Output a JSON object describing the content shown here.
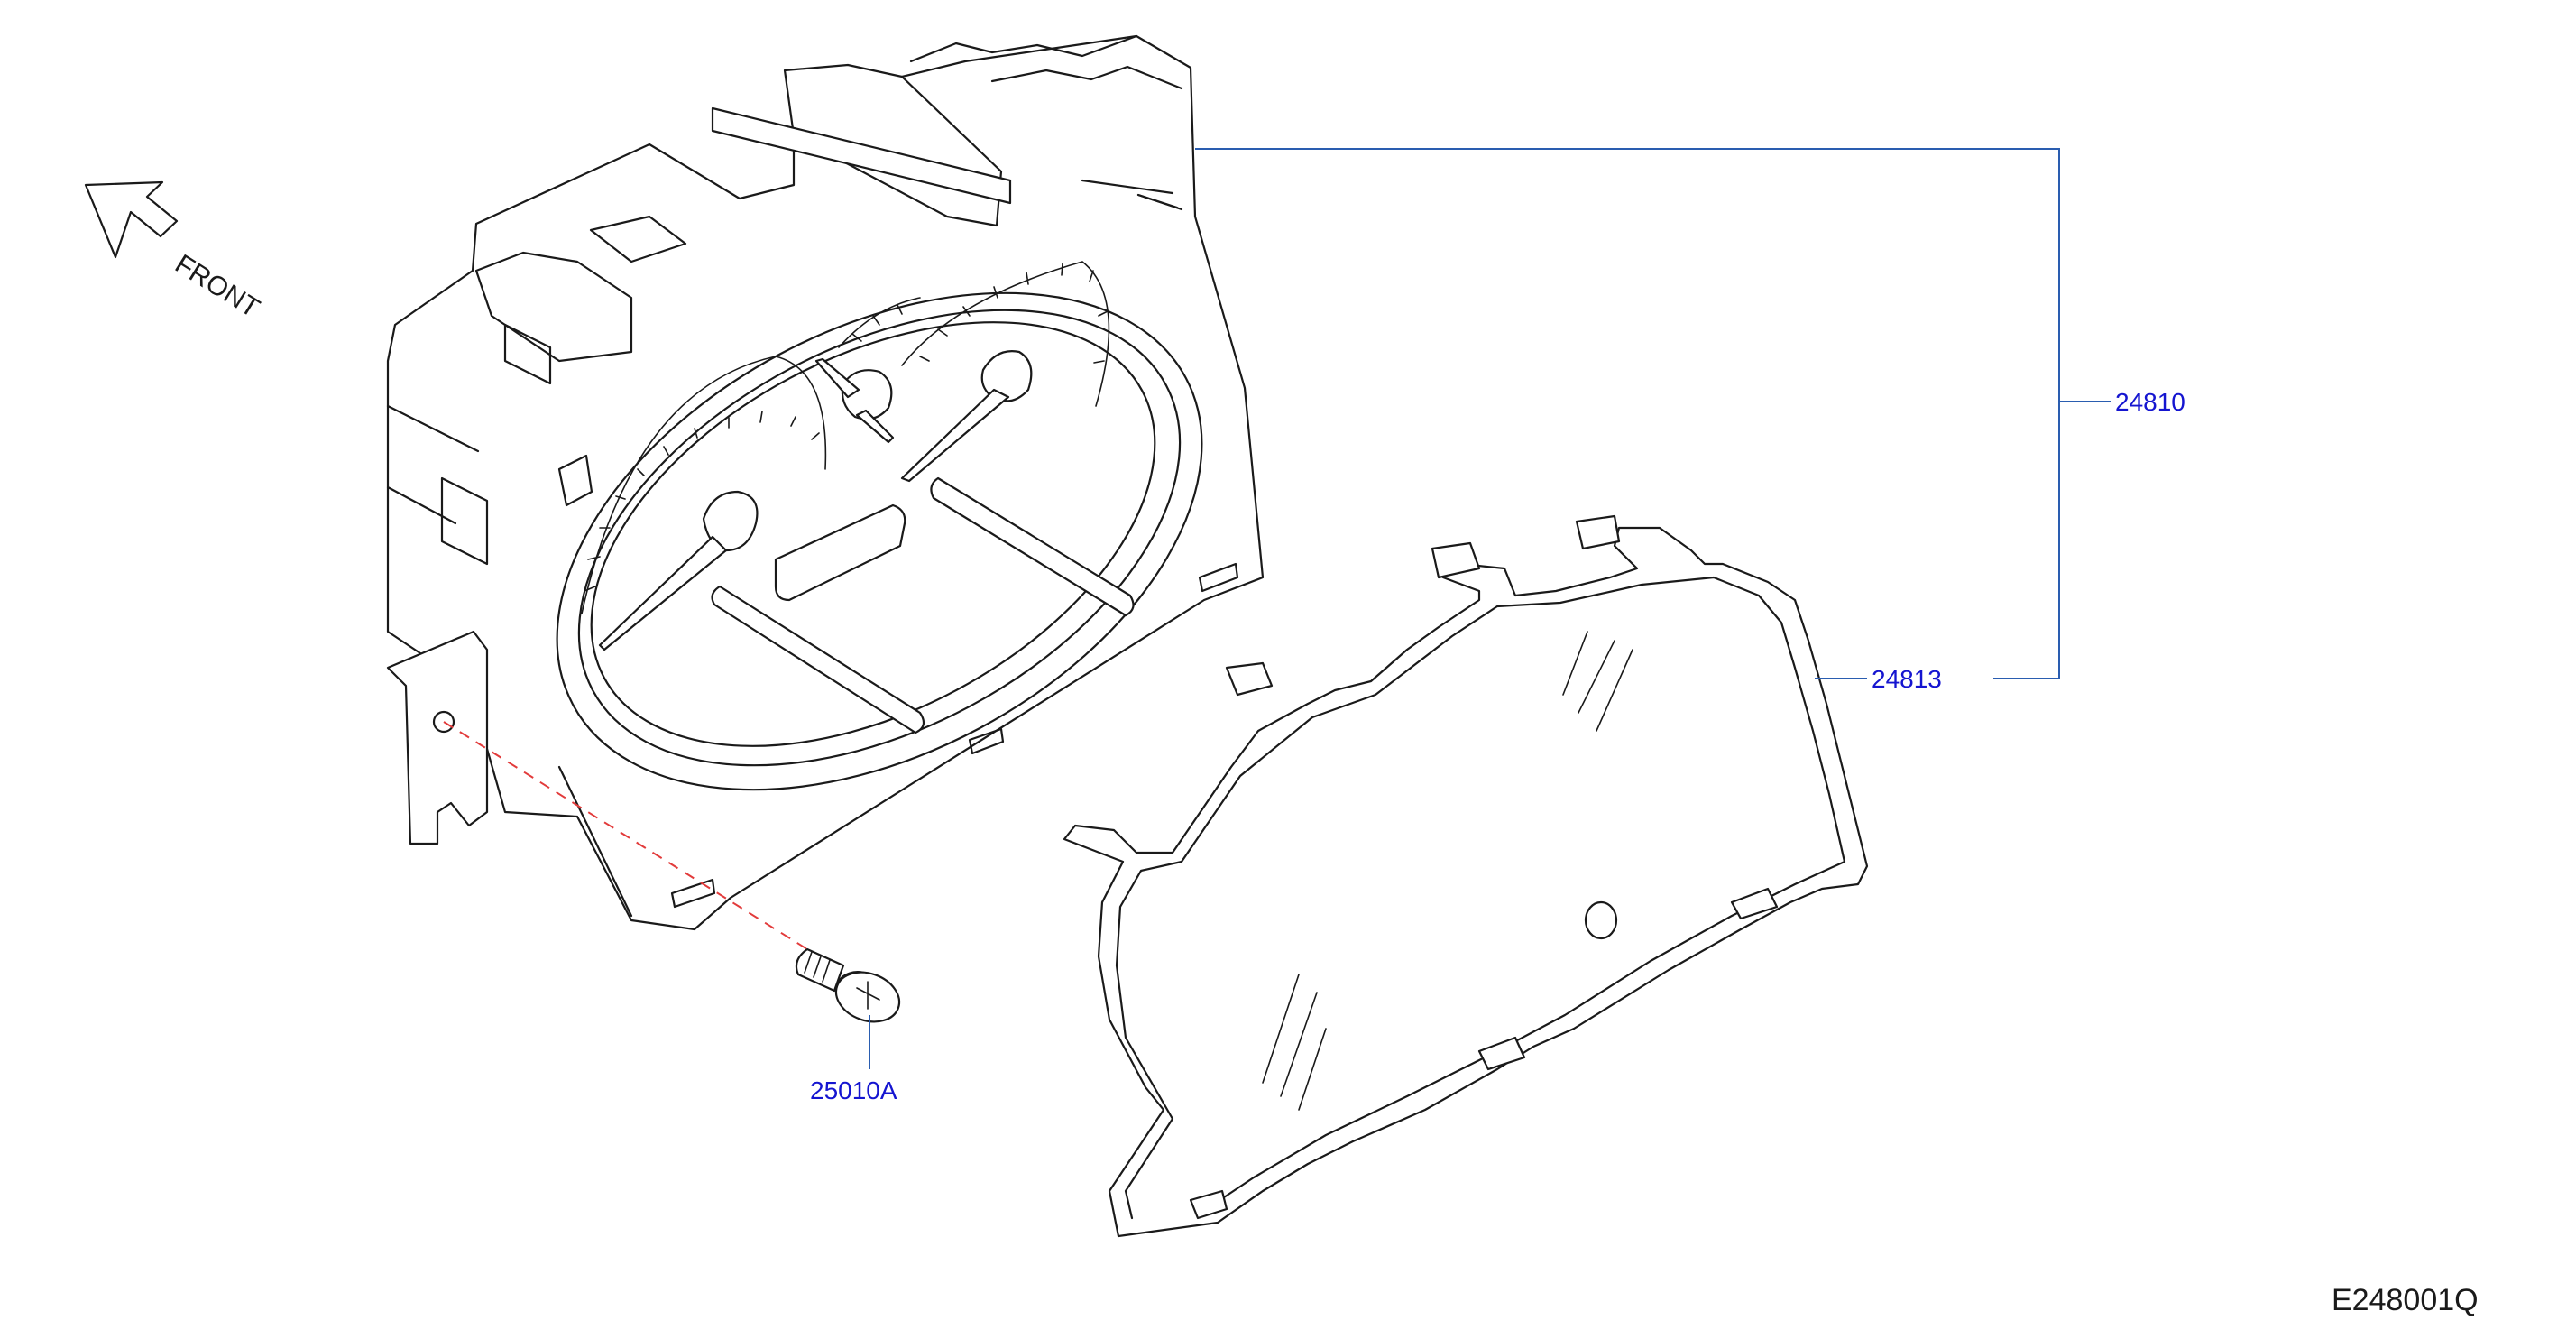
{
  "labels": {
    "front": "FRONT",
    "part_meter_assembly": "24810",
    "part_cover_glass": "24813",
    "part_screw": "25010A",
    "diagram_code": "E248001Q"
  },
  "colors": {
    "callout_text": "#1515d0",
    "leader_line": "#2a5db0",
    "fastener_dash": "#e23b3b",
    "outline": "#1a1a1a"
  }
}
